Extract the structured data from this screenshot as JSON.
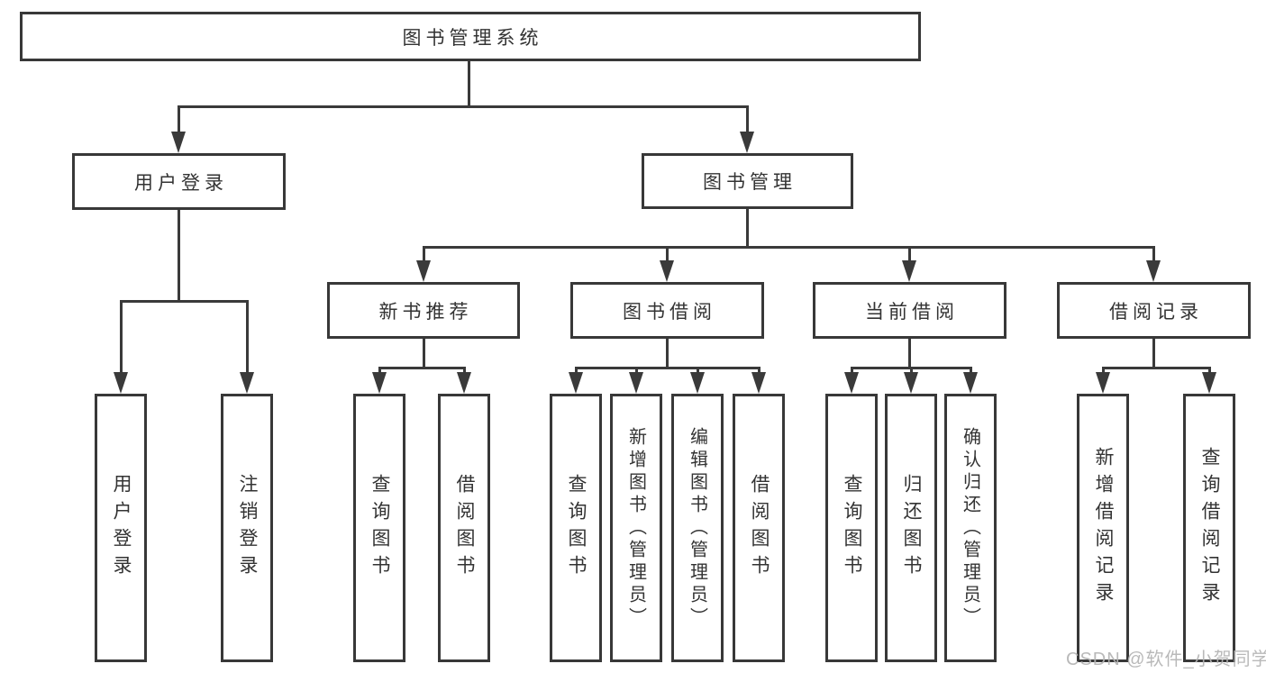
{
  "diagram": {
    "title": "图书管理系统",
    "branches": [
      {
        "label": "用户登录",
        "children": [
          {
            "label": "用户登录"
          },
          {
            "label": "注销登录"
          }
        ]
      },
      {
        "label": "图书管理",
        "children": [
          {
            "label": "新书推荐",
            "children": [
              {
                "label": "查询图书"
              },
              {
                "label": "借阅图书"
              }
            ]
          },
          {
            "label": "图书借阅",
            "children": [
              {
                "label": "查询图书"
              },
              {
                "label": "新增图书（管理员）"
              },
              {
                "label": "编辑图书（管理员）"
              },
              {
                "label": "借阅图书"
              }
            ]
          },
          {
            "label": "当前借阅",
            "children": [
              {
                "label": "查询图书"
              },
              {
                "label": "归还图书"
              },
              {
                "label": "确认归还（管理员）"
              }
            ]
          },
          {
            "label": "借阅记录",
            "children": [
              {
                "label": "新增借阅记录"
              },
              {
                "label": "查询借阅记录"
              }
            ]
          }
        ]
      }
    ]
  },
  "watermark": {
    "text": "CSDN @软件_小贺同学"
  },
  "colors": {
    "line": "#3a3a3a",
    "text": "#333333",
    "watermark": "#b4b4b4",
    "canvas": "#ffffff"
  }
}
